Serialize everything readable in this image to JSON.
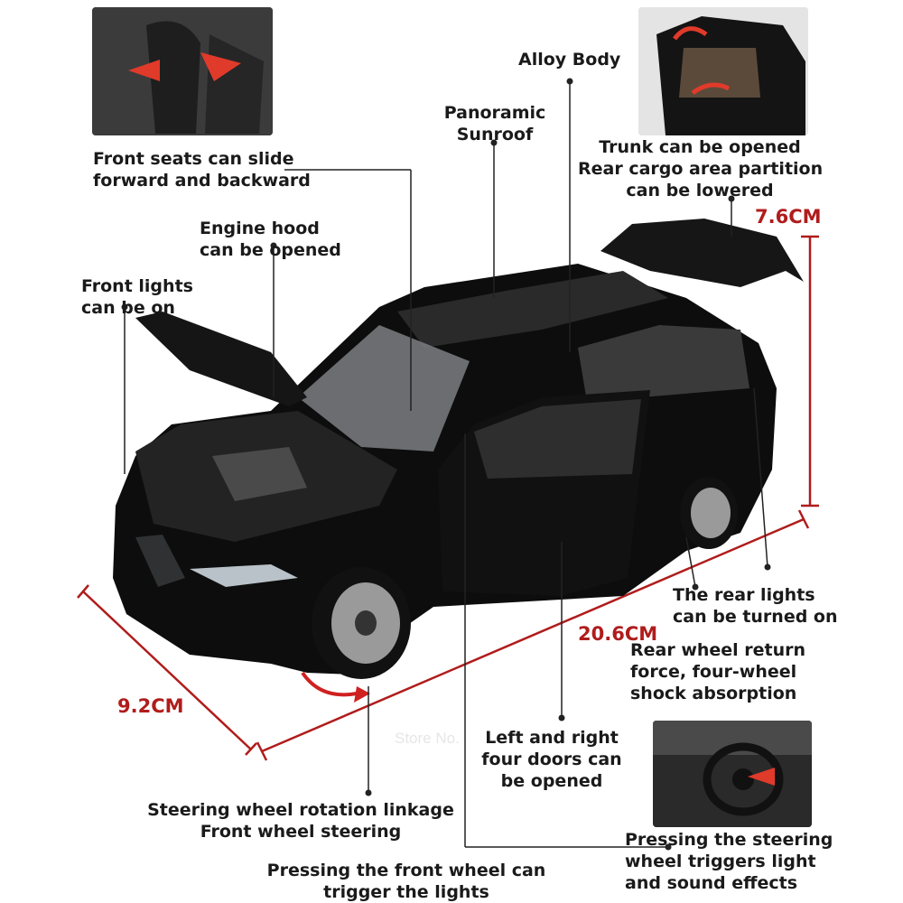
{
  "labels": {
    "front_seats": [
      "Front seats can slide",
      "forward and backward"
    ],
    "engine_hood": [
      "Engine hood",
      "can be opened"
    ],
    "front_lights": [
      "Front lights",
      "can be on"
    ],
    "alloy_body": "Alloy Body",
    "sunroof": [
      "Panoramic",
      "Sunroof"
    ],
    "trunk": [
      "Trunk can be opened",
      "Rear cargo area partition",
      "can be lowered"
    ],
    "rear_lights": [
      "The rear lights",
      "can be turned on"
    ],
    "rear_wheel": [
      "Rear wheel return",
      "force, four-wheel",
      "shock absorption"
    ],
    "doors": [
      "Left and right",
      "four doors can",
      "be opened"
    ],
    "steering_linkage": [
      "Steering wheel rotation linkage",
      "Front wheel steering"
    ],
    "front_wheel": [
      "Pressing the front wheel can",
      "trigger the lights"
    ],
    "steering_wheel": [
      "Pressing the steering",
      "wheel triggers light",
      "and sound effects"
    ]
  },
  "dimensions": {
    "height": "7.6CM",
    "length": "20.6CM",
    "width": "9.2CM"
  },
  "watermark": "Store No.",
  "colors": {
    "accent": "#b01c1c",
    "car_body": "#0d0d0d",
    "text": "#1a1a1a"
  }
}
